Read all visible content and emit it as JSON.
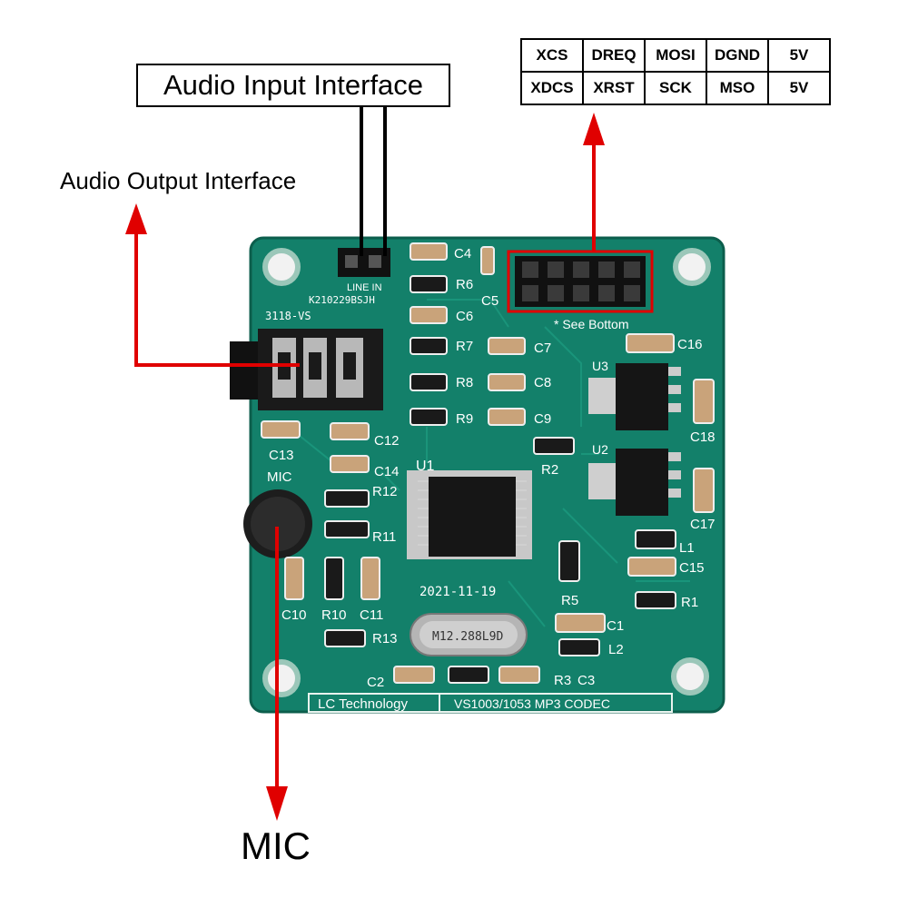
{
  "labels": {
    "audio_input": "Audio Input Interface",
    "audio_output": "Audio Output Interface",
    "mic": "MIC"
  },
  "pin_table": {
    "rows": [
      [
        "XCS",
        "DREQ",
        "MOSI",
        "DGND",
        "5V"
      ],
      [
        "XDCS",
        "XRST",
        "SCK",
        "MSO",
        "5V"
      ]
    ]
  },
  "silkscreen": {
    "line_in": "LINE IN",
    "board_code": "K210229BSJH",
    "jack_model": "3118-VS",
    "see_bottom": "* See Bottom",
    "date": "2021-11-19",
    "crystal": "M12.288L9D",
    "maker": "LC Technology",
    "model": "VS1003/1053 MP3 CODEC",
    "mic_label": "MIC",
    "u1": "U1",
    "u2": "U2",
    "u3": "U3",
    "c4": "C4",
    "r6": "R6",
    "c5": "C5",
    "c6": "C6",
    "r7": "R7",
    "c7": "C7",
    "r8": "R8",
    "c8": "C8",
    "r9": "R9",
    "c9": "C9",
    "c12": "C12",
    "c13": "C13",
    "c14": "C14",
    "r12": "R12",
    "r11": "R11",
    "c10": "C10",
    "r10": "R10",
    "c11": "C11",
    "r13": "R13",
    "c2": "C2",
    "r3": "R3",
    "c3": "C3",
    "r2": "R2",
    "r5": "R5",
    "c1": "C1",
    "l2": "L2",
    "r1": "R1",
    "l1": "L1",
    "c15": "C15",
    "c16": "C16",
    "c17": "C17",
    "c18": "C18"
  },
  "colors": {
    "pcb": "#13806a",
    "arrow": "#e00000",
    "highlight": "#e00000"
  }
}
